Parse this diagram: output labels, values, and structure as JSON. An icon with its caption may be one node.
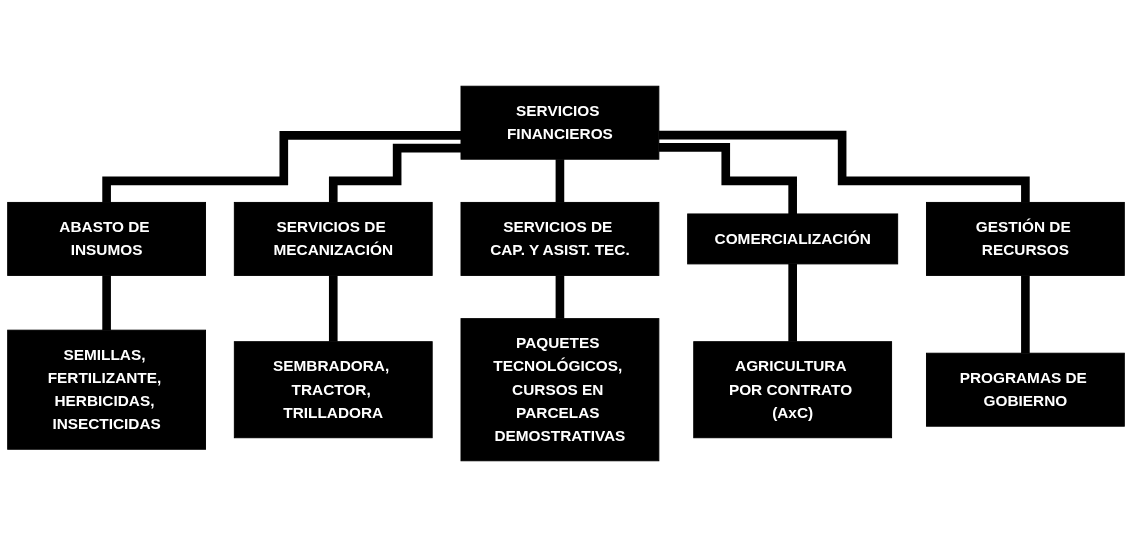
{
  "diagram": {
    "nodes": [
      {
        "text": [
          "SERVICIOS FINANCIEROS"
        ]
      },
      {
        "text": [
          "ABASTO DE INSUMOS"
        ]
      },
      {
        "text": [
          "SERVICIOS DE MECANIZACIÓN"
        ]
      },
      {
        "text": [
          "SERVICIOS DE CAP. Y ASIST. TEC."
        ]
      },
      {
        "text": [
          "COMERCIALIZACIÓN"
        ]
      },
      {
        "text": [
          "GESTIÓN DE RECURSOS"
        ]
      },
      {
        "text": [
          "SEMILLAS, FERTILIZANTE, HERBICIDAS, INSECTICIDAS"
        ]
      },
      {
        "text": [
          "SEMBRADORA, TRACTOR, TRILLADORA"
        ]
      },
      {
        "text": [
          "PAQUETES TECNOLÓGICOS, CURSOS EN PARCELAS DEMOSTRATIVAS"
        ]
      },
      {
        "text": [
          "AGRICULTURA POR CONTRATO (AxC)"
        ]
      },
      {
        "text": [
          "PROGRAMAS DE GOBIERNO"
        ]
      }
    ],
    "edges": [
      {
        "from": 0,
        "to": 1,
        "arrow": "none"
      },
      {
        "from": 0,
        "to": 2,
        "arrow": "none"
      },
      {
        "from": 0,
        "to": 3,
        "arrow": "none"
      },
      {
        "from": 0,
        "to": 4,
        "arrow": "none"
      },
      {
        "from": 0,
        "to": 5,
        "arrow": "none"
      },
      {
        "from": 1,
        "to": 6,
        "arrow": "none"
      },
      {
        "from": 2,
        "to": 7,
        "arrow": "none"
      },
      {
        "from": 3,
        "to": 8,
        "arrow": "none"
      },
      {
        "from": 4,
        "to": 9,
        "arrow": "none"
      },
      {
        "from": 5,
        "to": 10,
        "arrow": "none"
      }
    ]
  }
}
